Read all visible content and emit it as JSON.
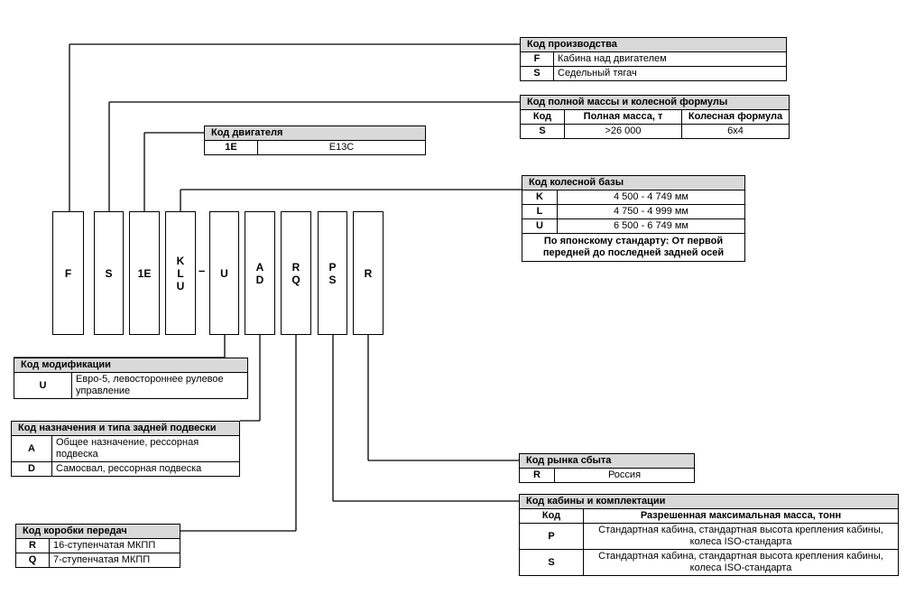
{
  "code_letters": [
    {
      "id": "f",
      "text": "F"
    },
    {
      "id": "s",
      "text": "S"
    },
    {
      "id": "engine",
      "text": "1E"
    },
    {
      "id": "wheelbase",
      "text": "K\nL\nU"
    },
    {
      "id": "mod",
      "text": "U"
    },
    {
      "id": "purpose",
      "text": "A\nD"
    },
    {
      "id": "gearbox",
      "text": "R\nQ"
    },
    {
      "id": "cab",
      "text": "P\nS"
    },
    {
      "id": "market",
      "text": "R"
    }
  ],
  "separator": "–",
  "production": {
    "title": "Код производства",
    "rows": [
      {
        "code": "F",
        "desc": "Кабина над двигателем"
      },
      {
        "code": "S",
        "desc": "Седельный тягач"
      }
    ]
  },
  "mass": {
    "title": "Код полной массы и колесной формулы",
    "headers": [
      "Код",
      "Полная масса, т",
      "Колесная формула"
    ],
    "rows": [
      {
        "code": "S",
        "mass": ">26 000",
        "formula": "6x4"
      }
    ]
  },
  "engine": {
    "title": "Код двигателя",
    "rows": [
      {
        "code": "1E",
        "desc": "E13C"
      }
    ]
  },
  "wheelbase": {
    "title": "Код колесной базы",
    "rows": [
      {
        "code": "K",
        "desc": "4 500 - 4 749 мм"
      },
      {
        "code": "L",
        "desc": "4 750 - 4 999 мм"
      },
      {
        "code": "U",
        "desc": "6 500 - 6 749 мм"
      }
    ],
    "note": "По японскому стандарту: От первой передней до последней задней осей"
  },
  "modification": {
    "title": "Код модификации",
    "rows": [
      {
        "code": "U",
        "desc": "Евро-5, левостороннее рулевое управление"
      }
    ]
  },
  "purpose": {
    "title": "Код назначения и типа задней подвески",
    "rows": [
      {
        "code": "A",
        "desc": "Общее назначение, рессорная подвеска"
      },
      {
        "code": "D",
        "desc": "Самосвал, рессорная подвеска"
      }
    ]
  },
  "gearbox": {
    "title": "Код коробки передач",
    "rows": [
      {
        "code": "R",
        "desc": "16-ступенчатая МКПП"
      },
      {
        "code": "Q",
        "desc": "7-ступенчатая МКПП"
      }
    ]
  },
  "market": {
    "title": "Код рынка сбыта",
    "rows": [
      {
        "code": "R",
        "desc": "Россия"
      }
    ]
  },
  "cab": {
    "title": "Код кабины и комплектации",
    "headers": [
      "Код",
      "Разрешенная максимальная масса, тонн"
    ],
    "rows": [
      {
        "code": "P",
        "desc": "Стандартная кабина, стандартная высота крепления кабины, колеса ISO-стандарта"
      },
      {
        "code": "S",
        "desc": "Стандартная кабина, стандартная высота крепления кабины, колеса ISO-стандарта"
      }
    ]
  }
}
